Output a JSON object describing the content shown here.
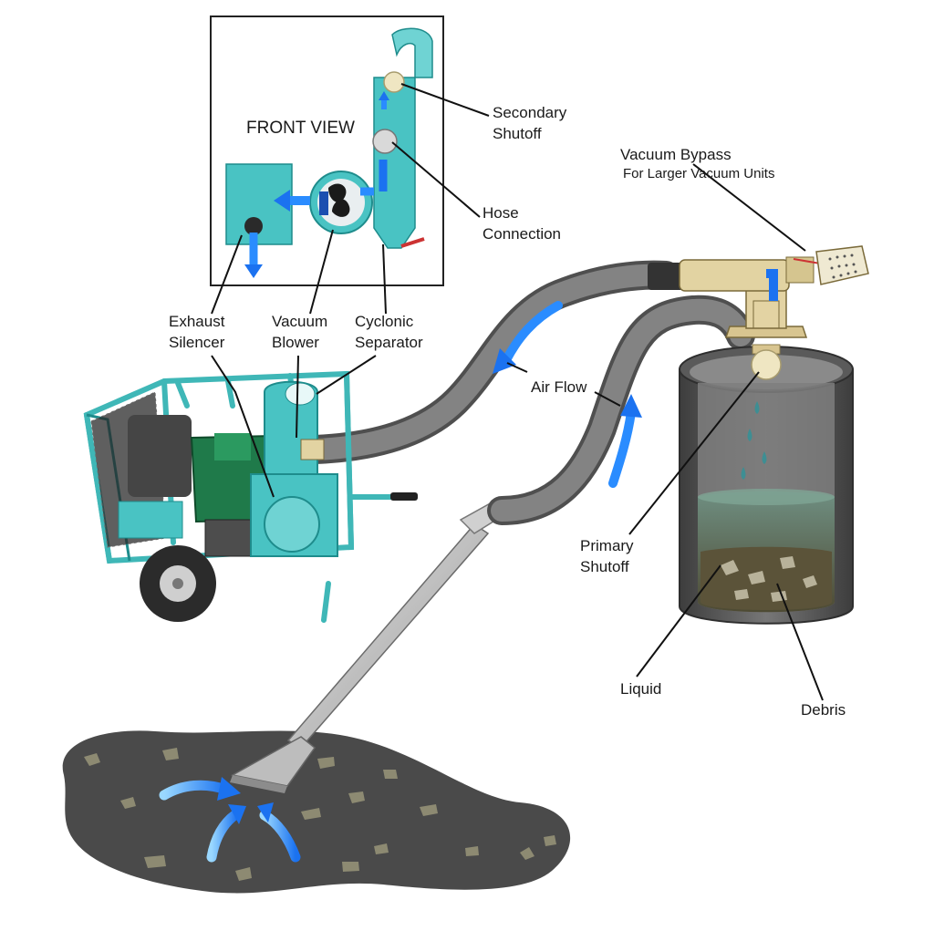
{
  "inset": {
    "title": "FRONT VIEW"
  },
  "labels": {
    "secondary_shutoff": [
      "Secondary",
      "Shutoff"
    ],
    "hose_connection": [
      "Hose",
      "Connection"
    ],
    "vacuum_bypass": "Vacuum Bypass",
    "vacuum_bypass_sub": "For Larger Vacuum Units",
    "exhaust_silencer": [
      "Exhaust",
      "Silencer"
    ],
    "vacuum_blower": [
      "Vacuum",
      "Blower"
    ],
    "cyclonic_separator": [
      "Cyclonic",
      "Separator"
    ],
    "air_flow": "Air Flow",
    "primary_shutoff": [
      "Primary",
      "Shutoff"
    ],
    "liquid": "Liquid",
    "debris": "Debris"
  },
  "colors": {
    "teal": "#49c3c3",
    "teal_dark": "#1e8c8c",
    "hose": "#7d7d7d",
    "hose_dark": "#4f4f4f",
    "flow_arrow": "#2a8cff",
    "puddle": "#4a4a4a",
    "drum": "#6c6c6c",
    "drum_dark": "#3a3a3a",
    "liquid": "#6f8f82",
    "debris_zone": "#5b5339",
    "brass": "#d8c590",
    "engine_green": "#1f7a4a"
  }
}
